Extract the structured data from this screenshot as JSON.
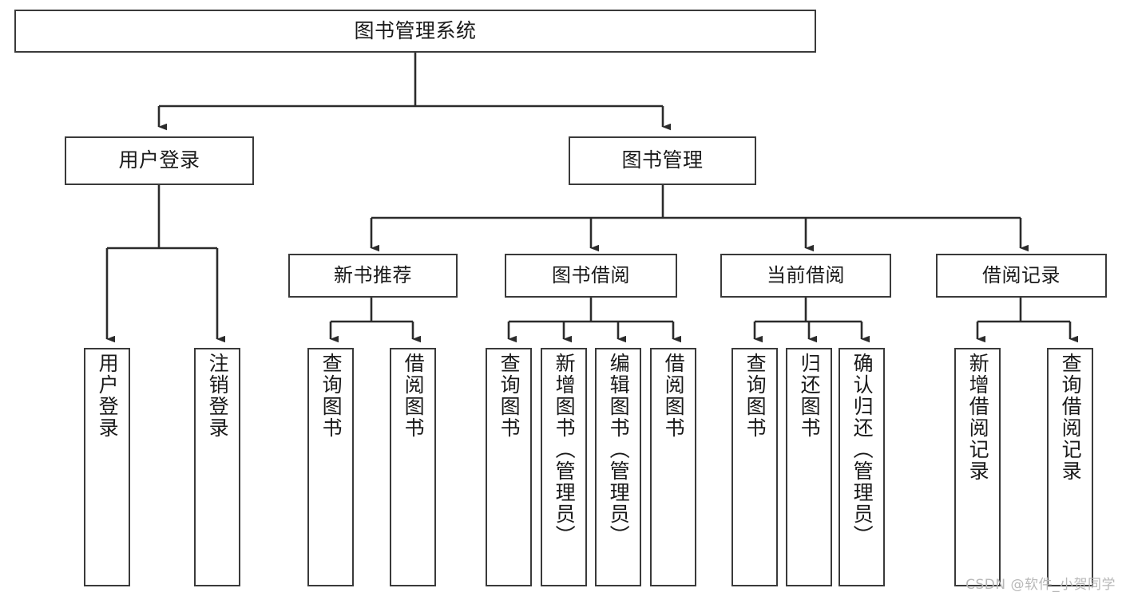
{
  "diagram": {
    "type": "hierarchy-tree",
    "title": "图书管理系统",
    "orientation": "top-down",
    "colors": {
      "box_border": "#3a3a3a",
      "box_fill": "#ffffff",
      "connector": "#2b2b2b",
      "text": "#1a1a1a",
      "watermark": "#b8b8b8",
      "background": "#ffffff"
    },
    "watermark": "CSDN @软件_小贺同学",
    "nodes": {
      "root": {
        "label": "图书管理系统",
        "level": 0
      },
      "level1": [
        {
          "id": "user-login",
          "label": "用户登录"
        },
        {
          "id": "book-management",
          "label": "图书管理"
        }
      ],
      "level2": [
        {
          "id": "new-book-recommend",
          "label": "新书推荐",
          "parent": "book-management"
        },
        {
          "id": "book-borrow",
          "label": "图书借阅",
          "parent": "book-management"
        },
        {
          "id": "current-borrow",
          "label": "当前借阅",
          "parent": "book-management"
        },
        {
          "id": "borrow-record",
          "label": "借阅记录",
          "parent": "book-management"
        }
      ],
      "leaves": {
        "user-login": [
          {
            "id": "leaf-user-login",
            "label": "用户登录"
          },
          {
            "id": "leaf-logout-login",
            "label": "注销登录"
          }
        ],
        "new-book-recommend": [
          {
            "id": "leaf-query-book-1",
            "label": "查询图书"
          },
          {
            "id": "leaf-borrow-book-1",
            "label": "借阅图书"
          }
        ],
        "book-borrow": [
          {
            "id": "leaf-query-book-2",
            "label": "查询图书"
          },
          {
            "id": "leaf-add-book-admin",
            "label": "新增图书（管理员）"
          },
          {
            "id": "leaf-edit-book-admin",
            "label": "编辑图书（管理员）"
          },
          {
            "id": "leaf-borrow-book-2",
            "label": "借阅图书"
          }
        ],
        "current-borrow": [
          {
            "id": "leaf-query-book-3",
            "label": "查询图书"
          },
          {
            "id": "leaf-return-book",
            "label": "归还图书"
          },
          {
            "id": "leaf-confirm-return-admin",
            "label": "确认归还（管理员）"
          }
        ],
        "borrow-record": [
          {
            "id": "leaf-add-borrow-record",
            "label": "新增借阅记录"
          },
          {
            "id": "leaf-query-borrow-record",
            "label": "查询借阅记录"
          }
        ]
      }
    }
  }
}
